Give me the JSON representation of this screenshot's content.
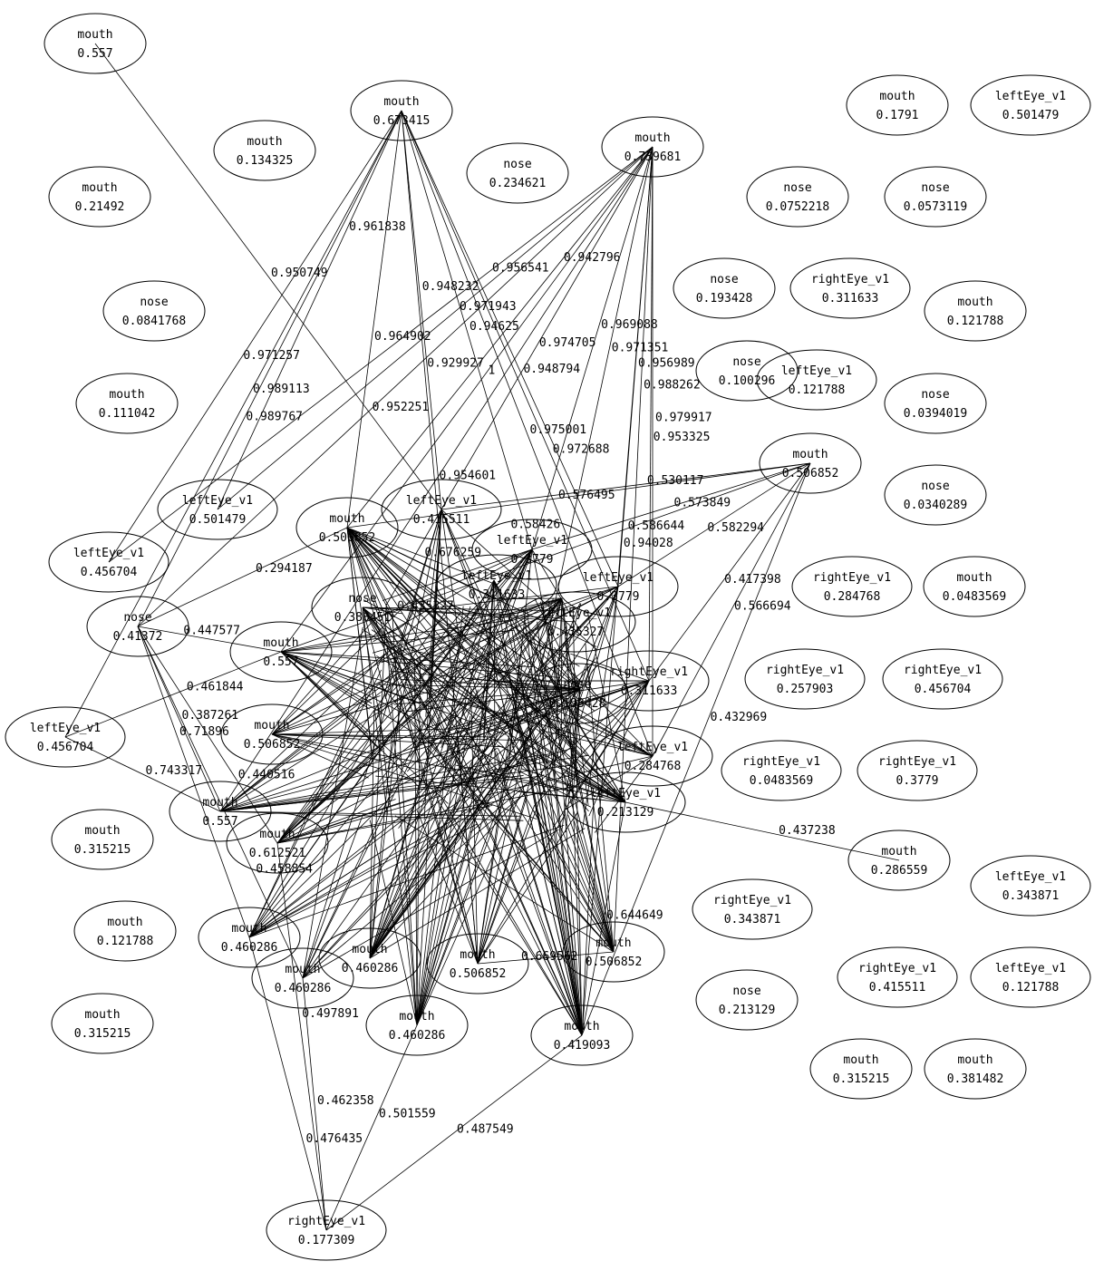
{
  "nodes": [
    {
      "label": "mouth",
      "value": "0.557"
    },
    {
      "label": "mouth",
      "value": "0.673415"
    },
    {
      "label": "mouth",
      "value": "0.134325"
    },
    {
      "label": "nose",
      "value": "0.234621"
    },
    {
      "label": "mouth",
      "value": "0.739681"
    },
    {
      "label": "mouth",
      "value": "0.1791"
    },
    {
      "label": "leftEye_v1",
      "value": "0.501479"
    },
    {
      "label": "mouth",
      "value": "0.21492"
    },
    {
      "label": "nose",
      "value": "0.0752218"
    },
    {
      "label": "nose",
      "value": "0.0573119"
    },
    {
      "label": "nose",
      "value": "0.0841768"
    },
    {
      "label": "nose",
      "value": "0.193428"
    },
    {
      "label": "rightEye_v1",
      "value": "0.311633"
    },
    {
      "label": "mouth",
      "value": "0.121788"
    },
    {
      "label": "mouth",
      "value": "0.111042"
    },
    {
      "label": "nose",
      "value": "0.100296"
    },
    {
      "label": "leftEye_v1",
      "value": "0.121788"
    },
    {
      "label": "nose",
      "value": "0.0394019"
    },
    {
      "label": "mouth",
      "value": "0.506852"
    },
    {
      "label": "nose",
      "value": "0.0340289"
    },
    {
      "label": "leftEye_v1",
      "value": "0.501479"
    },
    {
      "label": "mouth",
      "value": "0.506852"
    },
    {
      "label": "leftEye_v1",
      "value": "0.415511"
    },
    {
      "label": "leftEye_v1",
      "value": "0.3779"
    },
    {
      "label": "leftEye_v1",
      "value": "0.456704"
    },
    {
      "label": "leftEye_v1",
      "value": "0.3779"
    },
    {
      "label": "rightEye_v1",
      "value": "0.284768"
    },
    {
      "label": "mouth",
      "value": "0.0483569"
    },
    {
      "label": "nose",
      "value": "0.41372"
    },
    {
      "label": "mouth",
      "value": "0.557"
    },
    {
      "label": "rightEye_v1",
      "value": "0.311633"
    },
    {
      "label": "rightEye_v1",
      "value": "0.257903"
    },
    {
      "label": "rightEye_v1",
      "value": "0.456704"
    },
    {
      "label": "leftEye_v1",
      "value": "0.456704"
    },
    {
      "label": "leftEye_v1",
      "value": "0.284768"
    },
    {
      "label": "rightEye_v1",
      "value": "0.0483569"
    },
    {
      "label": "rightEye_v1",
      "value": "0.3779"
    },
    {
      "label": "mouth",
      "value": "0.557"
    },
    {
      "label": "mouth",
      "value": "0.612521"
    },
    {
      "label": "mouth",
      "value": "0.315215"
    },
    {
      "label": "mouth",
      "value": "0.286559"
    },
    {
      "label": "leftEye_v1",
      "value": "0.343871"
    },
    {
      "label": "rightEye_v1",
      "value": "0.343871"
    },
    {
      "label": "mouth",
      "value": "0.121788"
    },
    {
      "label": "mouth",
      "value": "0.460286"
    },
    {
      "label": "mouth",
      "value": "0.460286"
    },
    {
      "label": "mouth",
      "value": "0.460286"
    },
    {
      "label": "mouth",
      "value": "0.506852"
    },
    {
      "label": "mouth",
      "value": "0.506852"
    },
    {
      "label": "mouth",
      "value": "0.460286"
    },
    {
      "label": "mouth",
      "value": "0.419093"
    },
    {
      "label": "nose",
      "value": "0.213129"
    },
    {
      "label": "rightEye_v1",
      "value": "0.415511"
    },
    {
      "label": "leftEye_v1",
      "value": "0.121788"
    },
    {
      "label": "mouth",
      "value": "0.315215"
    },
    {
      "label": "mouth",
      "value": "0.315215"
    },
    {
      "label": "mouth",
      "value": "0.381482"
    },
    {
      "label": "rightEye_v1",
      "value": "0.177309"
    },
    {
      "label": "leftEye_v1",
      "value": "0.311633"
    },
    {
      "label": "nose",
      "value": "0.380451"
    },
    {
      "label": "leftEye_v1",
      "value": "0.435327"
    },
    {
      "label": "nose",
      "value": "0.193428"
    },
    {
      "label": "leftEye_v1",
      "value": "0.213129"
    },
    {
      "label": "mouth",
      "value": "0.506852"
    }
  ],
  "edges": [
    {
      "from": 1,
      "to": 33,
      "label": "0.989113"
    },
    {
      "from": 0,
      "to": 22,
      "label": "0.950749"
    },
    {
      "from": 1,
      "to": 24,
      "label": "0.971257"
    },
    {
      "from": 1,
      "to": 20,
      "label": "0.961838"
    },
    {
      "from": 1,
      "to": 28,
      "label": "0.989767"
    },
    {
      "from": 1,
      "to": 21,
      "label": "0.964902"
    },
    {
      "from": 1,
      "to": 22,
      "label": "0.948232"
    },
    {
      "from": 1,
      "to": 23,
      "label": "0.94625"
    },
    {
      "from": 1,
      "to": 25,
      "label": "0.948794"
    },
    {
      "from": 1,
      "to": 30,
      "label": "0.972688"
    },
    {
      "from": 1,
      "to": 34,
      "label": "0.975001"
    },
    {
      "from": 1,
      "to": 47,
      "label": "0.929927"
    },
    {
      "from": 4,
      "to": 20,
      "label": "0.971943"
    },
    {
      "from": 4,
      "to": 24,
      "label": "0.956541"
    },
    {
      "from": 4,
      "to": 28,
      "label": "0.952251"
    },
    {
      "from": 4,
      "to": 29,
      "label": "1"
    },
    {
      "from": 4,
      "to": 21,
      "label": "0.942796"
    },
    {
      "from": 4,
      "to": 22,
      "label": "0.974705"
    },
    {
      "from": 4,
      "to": 23,
      "label": "0.969088"
    },
    {
      "from": 4,
      "to": 25,
      "label": "0.956989"
    },
    {
      "from": 4,
      "to": 30,
      "label": "0.953325"
    },
    {
      "from": 4,
      "to": 34,
      "label": "0.979917"
    },
    {
      "from": 4,
      "to": 37,
      "label": "0.954601"
    },
    {
      "from": 4,
      "to": 48,
      "label": "0.988262"
    },
    {
      "from": 4,
      "to": 50,
      "label": "0.94028"
    },
    {
      "from": 4,
      "to": 47,
      "label": "0.971351"
    },
    {
      "from": 18,
      "to": 21,
      "label": "0.576495"
    },
    {
      "from": 18,
      "to": 22,
      "label": "0.530117"
    },
    {
      "from": 18,
      "to": 23,
      "label": "0.573849"
    },
    {
      "from": 18,
      "to": 25,
      "label": "0.582294"
    },
    {
      "from": 18,
      "to": 29,
      "label": "0.586644"
    },
    {
      "from": 18,
      "to": 34,
      "label": "0.566694"
    },
    {
      "from": 18,
      "to": 30,
      "label": "0.417398"
    },
    {
      "from": 18,
      "to": 50,
      "label": "0.432969"
    },
    {
      "from": 33,
      "to": 37,
      "label": "0.743317"
    },
    {
      "from": 33,
      "to": 29,
      "label": "0.461844"
    },
    {
      "from": 28,
      "to": 29,
      "label": "0.447577"
    },
    {
      "from": 28,
      "to": 37,
      "label": "0.387261"
    },
    {
      "from": 28,
      "to": 38,
      "label": "0.440516"
    },
    {
      "from": 28,
      "to": 44,
      "label": "0.71896"
    },
    {
      "from": 28,
      "to": 45,
      "label": "0.458854"
    },
    {
      "from": 28,
      "to": 21,
      "label": "0.294187"
    },
    {
      "from": 40,
      "to": 62,
      "label": "0.437238"
    },
    {
      "from": 62,
      "to": 50,
      "label": "0.644649"
    },
    {
      "from": 48,
      "to": 47,
      "label": "0.669562"
    },
    {
      "from": 23,
      "to": 58,
      "label": "0.58426"
    },
    {
      "from": 21,
      "to": 58,
      "label": "0.676259"
    },
    {
      "from": 59,
      "to": 60,
      "label": "0.435327"
    },
    {
      "from": 38,
      "to": 57,
      "label": "0.497891"
    },
    {
      "from": 45,
      "to": 57,
      "label": "0.462358"
    },
    {
      "from": 44,
      "to": 57,
      "label": "0.476435"
    },
    {
      "from": 49,
      "to": 57,
      "label": "0.501559"
    },
    {
      "from": 50,
      "to": 57,
      "label": "0.487549"
    }
  ]
}
